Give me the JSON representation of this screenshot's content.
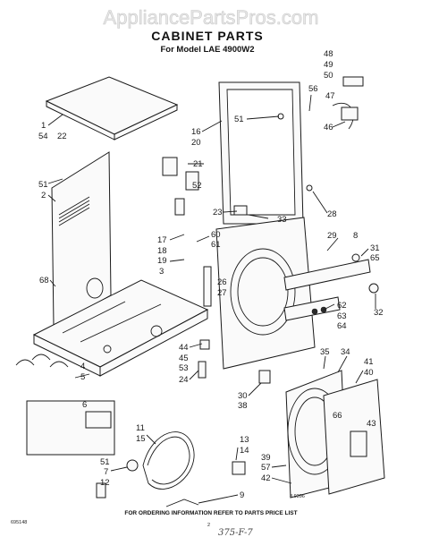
{
  "watermark": "AppliancePartsPros.com",
  "header": {
    "title": "CABINET PARTS",
    "subtitle": "For Model LAE 4900W2"
  },
  "footer": {
    "ordering_note": "FOR ORDERING INFORMATION REFER TO PARTS PRICE LIST",
    "left_code": "695148",
    "page_number": "2",
    "diagram_code": "8 9396",
    "handwritten": "375-F-7"
  },
  "callouts": {
    "c1": "1",
    "c2": "2",
    "c3": "3",
    "c4": "4",
    "c5": "5",
    "c6": "6",
    "c7": "7",
    "c8": "8",
    "c9": "9",
    "c11": "11",
    "c12": "12",
    "c13": "13",
    "c14": "14",
    "c15": "15",
    "c16": "16",
    "c17": "17",
    "c18": "18",
    "c19": "19",
    "c20": "20",
    "c21": "21",
    "c22": "22",
    "c23": "23",
    "c24": "24",
    "c26": "26",
    "c27": "27",
    "c28": "28",
    "c29": "29",
    "c30": "30",
    "c31": "31",
    "c32": "32",
    "c33": "33",
    "c34": "34",
    "c35": "35",
    "c38": "38",
    "c39": "39",
    "c40": "40",
    "c41": "41",
    "c42": "42",
    "c43": "43",
    "c44": "44",
    "c45": "45",
    "c46": "46",
    "c47": "47",
    "c48": "48",
    "c49": "49",
    "c50": "50",
    "c51a": "51",
    "c51b": "51",
    "c51c": "51",
    "c52": "52",
    "c53": "53",
    "c54": "54",
    "c56": "56",
    "c57": "57",
    "c60": "60",
    "c61": "61",
    "c62": "62",
    "c63": "63",
    "c64": "64",
    "c65": "65",
    "c66": "66",
    "c68": "68"
  }
}
